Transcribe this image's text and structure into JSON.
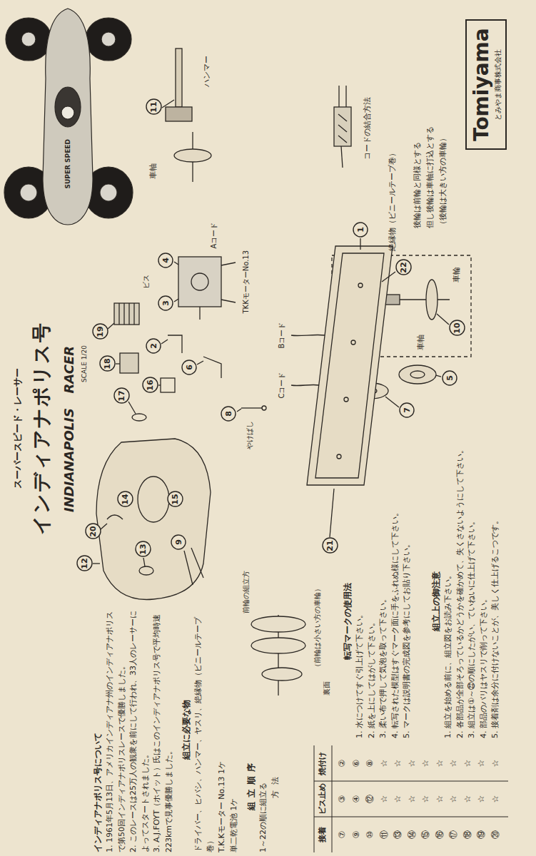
{
  "diagram": {
    "title": "インディアナポリス号",
    "nodes": [
      {
        "text": [
          "Tomiyama",
          "とみやま商事株式会社"
        ]
      },
      {
        "text": [
          "1"
        ]
      },
      {
        "text": [
          "2"
        ]
      },
      {
        "text": [
          "3"
        ]
      },
      {
        "text": [
          "4"
        ]
      },
      {
        "text": [
          "5"
        ]
      },
      {
        "text": [
          "6"
        ]
      },
      {
        "text": [
          "7"
        ]
      },
      {
        "text": [
          "8"
        ]
      },
      {
        "text": [
          "9"
        ]
      },
      {
        "text": [
          "10"
        ]
      },
      {
        "text": [
          "11"
        ]
      },
      {
        "text": [
          "12"
        ]
      },
      {
        "text": [
          "13"
        ]
      },
      {
        "text": [
          "14"
        ]
      },
      {
        "text": [
          "15"
        ]
      },
      {
        "text": [
          "16"
        ]
      },
      {
        "text": [
          "17"
        ]
      },
      {
        "text": [
          "18"
        ]
      },
      {
        "text": [
          "19"
        ]
      },
      {
        "text": [
          "20"
        ]
      },
      {
        "text": [
          "21"
        ]
      },
      {
        "text": [
          "22"
        ]
      }
    ],
    "labels": [
      "スーパースピード・レーサー",
      "INDIANAPOLIS",
      "RACER",
      "SCALE 1/20",
      "SUPER SPEED",
      "ハンマー",
      "車軸",
      "コードの結合方法",
      "絶縁物（ビニールテープ巻）",
      "後輪は前輪と同様とする",
      "但し後輪は車軸に打込とする",
      "（後輪は大きい方の車輪）",
      "車輪",
      "車軸",
      "Aコード",
      "ビス",
      "TKKモーターNo.13",
      "Bコード",
      "Cコード",
      "やけばし",
      "前輪の組立方",
      "（前輪は小さい方の車輪）",
      "裏面",
      "インディアナポリス号について",
      "1. 1961年5月13日、アメリカインディアナ州のインディアナポリスで第50回インディアナポリスレースで優勝しました。",
      "2. このレースは25万人の観衆を前にして行われ、33人のレーサーによってスタートされました。",
      "3. A.J.FOYT（ホイット）氏はこのインディアナポリス号で平均時速223kmで見事優勝しました。",
      "組立に必要な物",
      "ドライバー、ヒバシ、ハンマー、ヤスリ、絶縁物（ビニールテープ巻）",
      "T.K.Kモーター No.13 1ケ",
      "単二乾電池 1ケ",
      "組立順序",
      "1～22の順に組立る",
      "方法",
      "組立上の御注意",
      "1. 組立を始める前に、組立図をお読み下さい。",
      "2. 各部品が全部そろっているかどうかを確かめて、失くさないようにして下さい。",
      "3. 組立は①～㉒の順にしたがい、ていねいに仕上げて下さい。",
      "4. 部品のバリはヤスリで削って下さい。",
      "5. 接着剤は余分に付けないことが、美しく仕上げるこつです。",
      "転写マークの使用法",
      "1. 水につけてすぐ引上げて下さい。",
      "2. 紙を上にしてはがして下さい。",
      "3. 柔い布で押して気泡を取って下さい。",
      "4. 転写された模型はすぐマーク面に手をふれぬ様にして下さい。",
      "5. マークは説明書の完成図を参考にしてお貼り下さい。",
      "接着",
      "ビス止め",
      "焼付け",
      "⑦",
      "③",
      "②",
      "⑨",
      "④",
      "⑥",
      "⑩",
      "⑫",
      "⑧",
      "⑪",
      "☆",
      "☆",
      "⑬",
      "☆",
      "☆",
      "⑭",
      "☆",
      "☆",
      "⑮",
      "☆",
      "☆",
      "⑯",
      "☆",
      "☆",
      "⑰",
      "☆",
      "☆",
      "⑱",
      "☆",
      "☆",
      "⑲",
      "☆",
      "☆",
      "⑳",
      "☆",
      "☆"
    ]
  }
}
